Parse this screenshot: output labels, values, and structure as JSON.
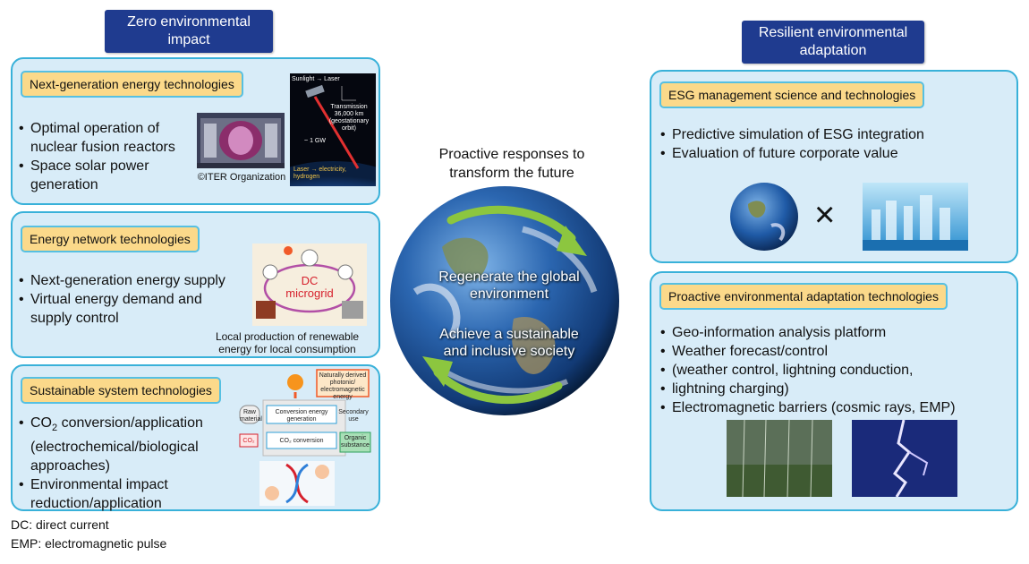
{
  "left_header": {
    "line1": "Zero environmental",
    "line2": "impact"
  },
  "right_header": {
    "line1": "Resilient environmental",
    "line2": "adaptation"
  },
  "center": {
    "title_line1": "Proactive responses to",
    "title_line2": "transform the future",
    "globe_text1_line1": "Regenerate the global",
    "globe_text1_line2": "environment",
    "globe_text2_line1": "Achieve a sustainable",
    "globe_text2_line2": "and inclusive society"
  },
  "panels": {
    "next_gen": {
      "tag": "Next-generation energy technologies",
      "bullets": [
        "Optimal operation of nuclear fusion reactors",
        "Space solar power generation"
      ],
      "caption": "©ITER Organization",
      "sat_labels": {
        "top": "Sunlight → Laser",
        "transmission": "Transmission 36,000 km (geostationary orbit)",
        "power": "~ 1 GW",
        "laser": "Laser → electricity, hydrogen"
      }
    },
    "energy_network": {
      "tag": "Energy network technologies",
      "bullets": [
        "Next-generation energy supply",
        "Virtual energy demand and supply control"
      ],
      "microgrid": "DC microgrid",
      "caption_line1": "Local production of renewable",
      "caption_line2": "energy for local consumption"
    },
    "sustainable": {
      "tag": "Sustainable system technologies",
      "bullet1_pre": "CO",
      "bullet1_sub": "2",
      "bullet1_post": " conversion/application (electrochemical/biological approaches)",
      "bullet2": "Environmental impact reduction/application",
      "diagram": {
        "naturally_derived": "Naturally derived photonic/ electromagnetic energy",
        "raw": "Raw material",
        "conversion": "Conversion energy generation",
        "secondary": "Secondary use",
        "co2": "CO₂",
        "co2_conv": "CO₂ conversion",
        "organic": "Organic substance"
      }
    },
    "esg": {
      "tag": "ESG management science and technologies",
      "bullets": [
        "Predictive simulation of ESG integration",
        "Evaluation of future corporate value"
      ],
      "times": "×"
    },
    "adaptation": {
      "tag": "Proactive environmental adaptation technologies",
      "bullets": [
        "Geo-information analysis platform",
        "Weather forecast/control",
        "(weather control, lightning conduction,",
        "lightning charging)",
        "Electromagnetic barriers (cosmic rays, EMP)"
      ]
    }
  },
  "notes": [
    "DC: direct current",
    "EMP: electromagnetic pulse"
  ],
  "colors": {
    "header_bg": "#1f3b8f",
    "panel_bg": "#d8ecf8",
    "panel_border": "#39b1d9",
    "tag_bg": "#fbd98a",
    "arrow": "#8cc63f"
  }
}
